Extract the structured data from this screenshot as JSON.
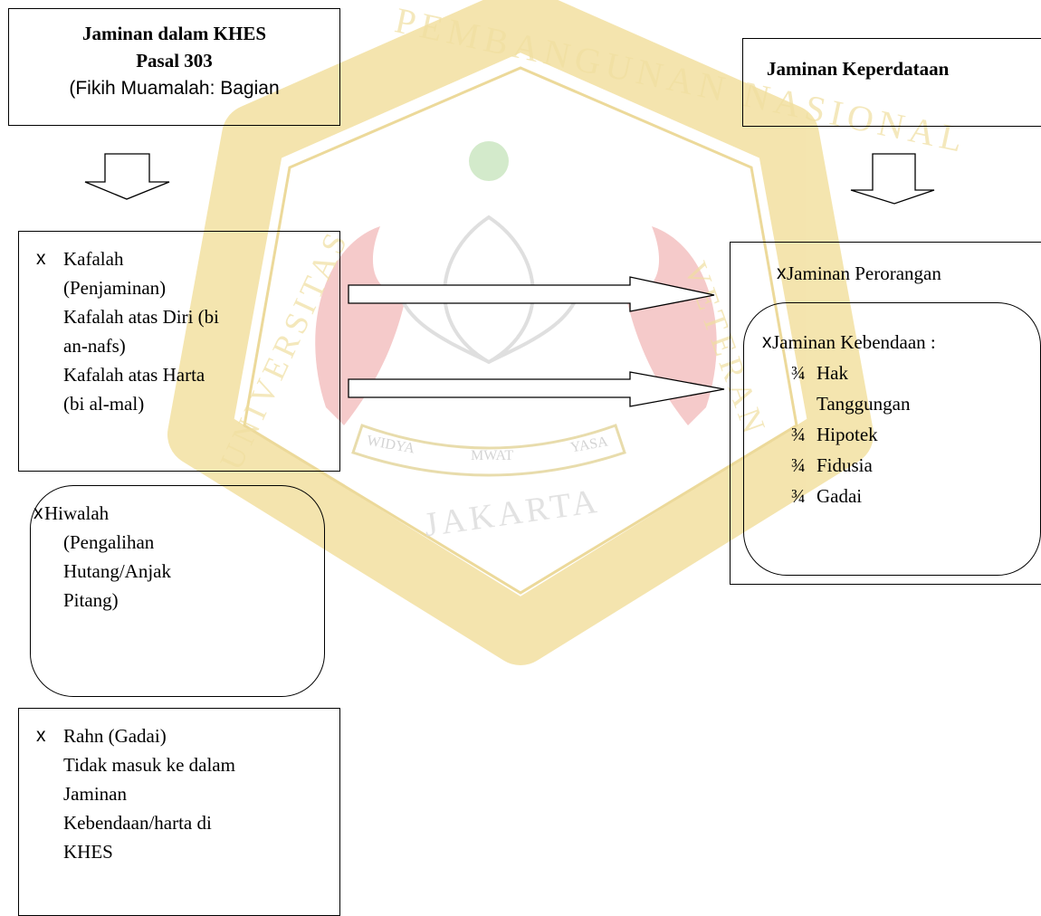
{
  "watermark": {
    "top_text": "PEMBANGUNAN NASIONAL",
    "left_text": "UNIVERSITAS",
    "right_text": "VETERAN",
    "bottom_text": "JAKARTA",
    "motto": [
      "WIDYA",
      "MWAT",
      "YASA"
    ],
    "colors": {
      "gold": "#f3e2a6",
      "red": "#f4c5c5",
      "green": "#cfe8c6",
      "outline": "#cfcfcf"
    }
  },
  "left": {
    "header": {
      "line1": "Jaminan dalam KHES",
      "line2": "Pasal 303",
      "line3": "(Fikih Muamalah: Bagian"
    },
    "kafalah": {
      "bullet": "x",
      "lines": [
        "Kafalah",
        "(Penjaminan)",
        "Kafalah atas Diri (bi",
        "an-nafs)",
        "Kafalah atas Harta",
        "(bi al-mal)"
      ]
    },
    "hiwalah": {
      "bullet": "x",
      "lines": [
        "Hiwalah",
        "(Pengalihan",
        "Hutang/Anjak",
        "Pitang)"
      ]
    },
    "rahn": {
      "bullet": "x",
      "lines": [
        "Rahn (Gadai)",
        "Tidak masuk ke dalam",
        "Jaminan",
        "Kebendaan/harta di",
        "KHES"
      ]
    }
  },
  "right": {
    "header": {
      "title": "Jaminan Keperdataan"
    },
    "perorangan": {
      "bullet": "x",
      "label": "Jaminan Perorangan"
    },
    "kebendaan": {
      "bullet": "x",
      "label": "Jaminan Kebendaan :",
      "item_bullet": "¾",
      "items": [
        "Hak",
        "Tanggungan",
        "Hipotek",
        "Fidusia",
        "Gadai"
      ]
    }
  }
}
